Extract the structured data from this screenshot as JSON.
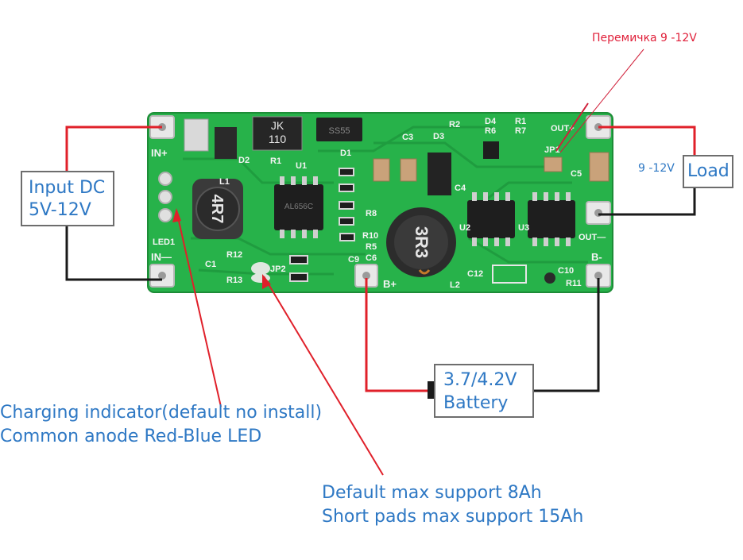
{
  "labels": {
    "input_dc": [
      "Input DC",
      "5V-12V"
    ],
    "load": "Load",
    "load_voltage": "9 -12V",
    "battery": [
      "3.7/4.2V",
      "Battery"
    ],
    "jumper_note": "Перемичка 9 -12V",
    "charging_indicator": [
      "Charging indicator(default no install)",
      "Common anode Red-Blue LED"
    ],
    "default_support": [
      "Default max support 8Ah",
      "Short pads max support 15Ah"
    ]
  },
  "silkscreen": {
    "in_plus": "IN+",
    "in_minus": "IN—",
    "out_plus": "OUT+",
    "out_minus": "OUT—",
    "b_plus": "B+",
    "b_minus": "B-",
    "led1": "LED1",
    "l1": "L1",
    "l2": "L2",
    "d1": "D1",
    "d2": "D2",
    "d3": "D3",
    "d4": "D4",
    "r1": "R1",
    "r2": "R2",
    "r5": "R5",
    "r6": "R6",
    "r7": "R7",
    "r8": "R8",
    "r10": "R10",
    "r11": "R11",
    "r12": "R12",
    "r13": "R13",
    "c1": "C1",
    "c3": "C3",
    "c4": "C4",
    "c5": "C5",
    "c6": "C6",
    "c9": "C9",
    "c10": "C10",
    "c12": "C12",
    "u1": "U1",
    "u2": "U2",
    "u3": "U3",
    "jp1": "JP1",
    "jp2": "JP2"
  },
  "components": {
    "inductor_l1": "4R7",
    "inductor_l2": "3R3",
    "diode_marking": [
      "JK",
      "110"
    ],
    "smd_diode": "SS55",
    "u1_marking": "AL656C"
  },
  "colors": {
    "pcb": "#27b24a",
    "text_blue": "#2e78c4",
    "wire_red": "#e0202a",
    "wire_black": "#1a1a1a"
  }
}
